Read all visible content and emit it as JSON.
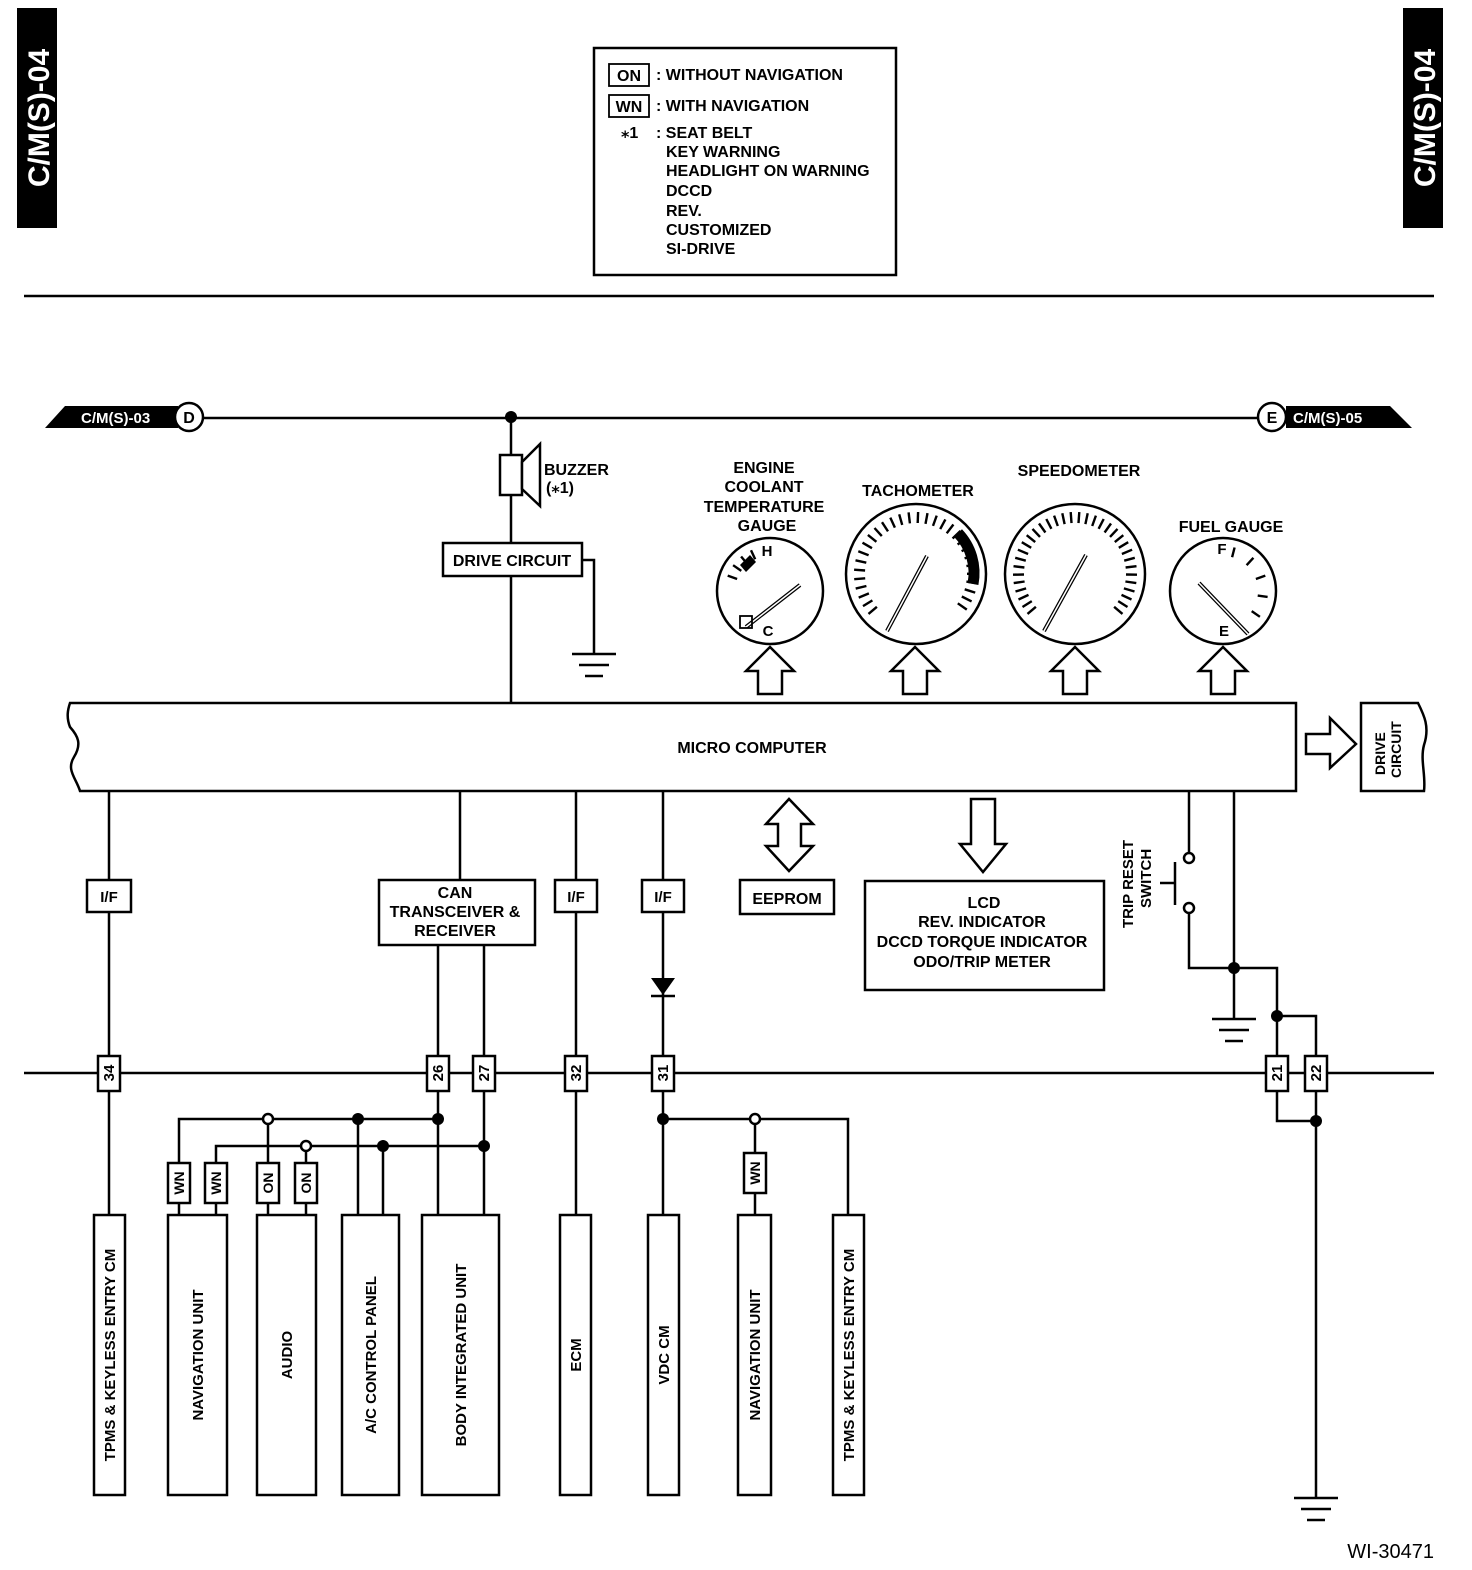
{
  "page_tag": "C/M(S)-04",
  "legend": {
    "on_code": "ON",
    "on_desc": ": WITHOUT NAVIGATION",
    "wn_code": "WN",
    "wn_desc": ": WITH NAVIGATION",
    "star_code": "⁎1",
    "star_items": [
      ": SEAT BELT",
      "KEY WARNING",
      "HEADLIGHT ON WARNING",
      "DCCD",
      "REV.",
      "CUSTOMIZED",
      "SI-DRIVE"
    ]
  },
  "connectors": {
    "left_ref": "C/M(S)-03",
    "left_letter": "D",
    "right_ref": "C/M(S)-05",
    "right_letter": "E"
  },
  "buzzer": {
    "line1": "BUZZER",
    "line2": "(⁎1)"
  },
  "drive_circuit_top": "DRIVE CIRCUIT",
  "drive_circuit_right": [
    "DRIVE",
    "CIRCUIT"
  ],
  "micro_computer": "MICRO COMPUTER",
  "gauges": {
    "coolant": [
      "ENGINE",
      "COOLANT",
      "TEMPERATURE",
      "GAUGE"
    ],
    "coolant_h": "H",
    "coolant_c": "C",
    "tachometer": "TACHOMETER",
    "speedometer": "SPEEDOMETER",
    "fuel": "FUEL GAUGE",
    "fuel_f": "F",
    "fuel_e": "E"
  },
  "interface_label": "I/F",
  "can": [
    "CAN",
    "TRANSCEIVER &",
    "RECEIVER"
  ],
  "eeprom": "EEPROM",
  "lcd": [
    "LCD",
    "REV. INDICATOR",
    "DCCD TORQUE INDICATOR",
    "ODO/TRIP METER"
  ],
  "trip_reset": [
    "TRIP RESET",
    "SWITCH"
  ],
  "pins": [
    "34",
    "26",
    "27",
    "32",
    "31",
    "21",
    "22"
  ],
  "tags": {
    "wn": "WN",
    "on": "ON"
  },
  "units": [
    "TPMS & KEYLESS ENTRY CM",
    "NAVIGATION UNIT",
    "AUDIO",
    "A/C CONTROL PANEL",
    "BODY INTEGRATED UNIT",
    "ECM",
    "VDC CM",
    "NAVIGATION UNIT",
    "TPMS & KEYLESS ENTRY CM"
  ],
  "figure_id": "WI-30471"
}
